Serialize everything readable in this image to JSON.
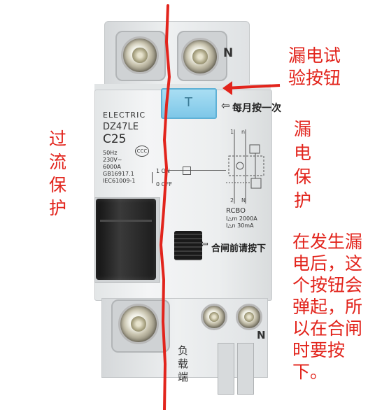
{
  "device": {
    "brand": "ELECTRIC",
    "model": "DZ47LE",
    "rating": "C25",
    "specs": [
      "50Hz",
      "230V~",
      "6000A",
      "GB16917.1",
      "IEC61009-1"
    ],
    "switch_on": "1 ON",
    "switch_off": "0 OFF",
    "top_n_label": "N",
    "bottom_n_label": "N",
    "top_terminal_num": "1",
    "top_terminal_num2": "n",
    "bottom_terminal_num": "2",
    "bottom_terminal_num2": "N",
    "rcbo_label": "RCBO",
    "im_rating": "I△m 2000A",
    "idn_rating": "I△n 30mA",
    "t_label": "T"
  },
  "labels": {
    "test_button": [
      "漏电试",
      "验按钮"
    ],
    "monthly_press": "每月按一次",
    "overcurrent": "过流保护",
    "leakage_protection": "漏电保护",
    "reset_press": "合闸前请按下",
    "popup_note": [
      "在发生漏",
      "电后，这",
      "个按钮会",
      "弹起，所",
      "以在合闸",
      "时要按",
      "下。"
    ],
    "load_end": "负载端"
  },
  "colors": {
    "annotation": "#e2241c",
    "divider_line": "#e2241c",
    "test_button": "#8fd3ef",
    "housing": "#e9ebec",
    "handle": "#262626"
  }
}
